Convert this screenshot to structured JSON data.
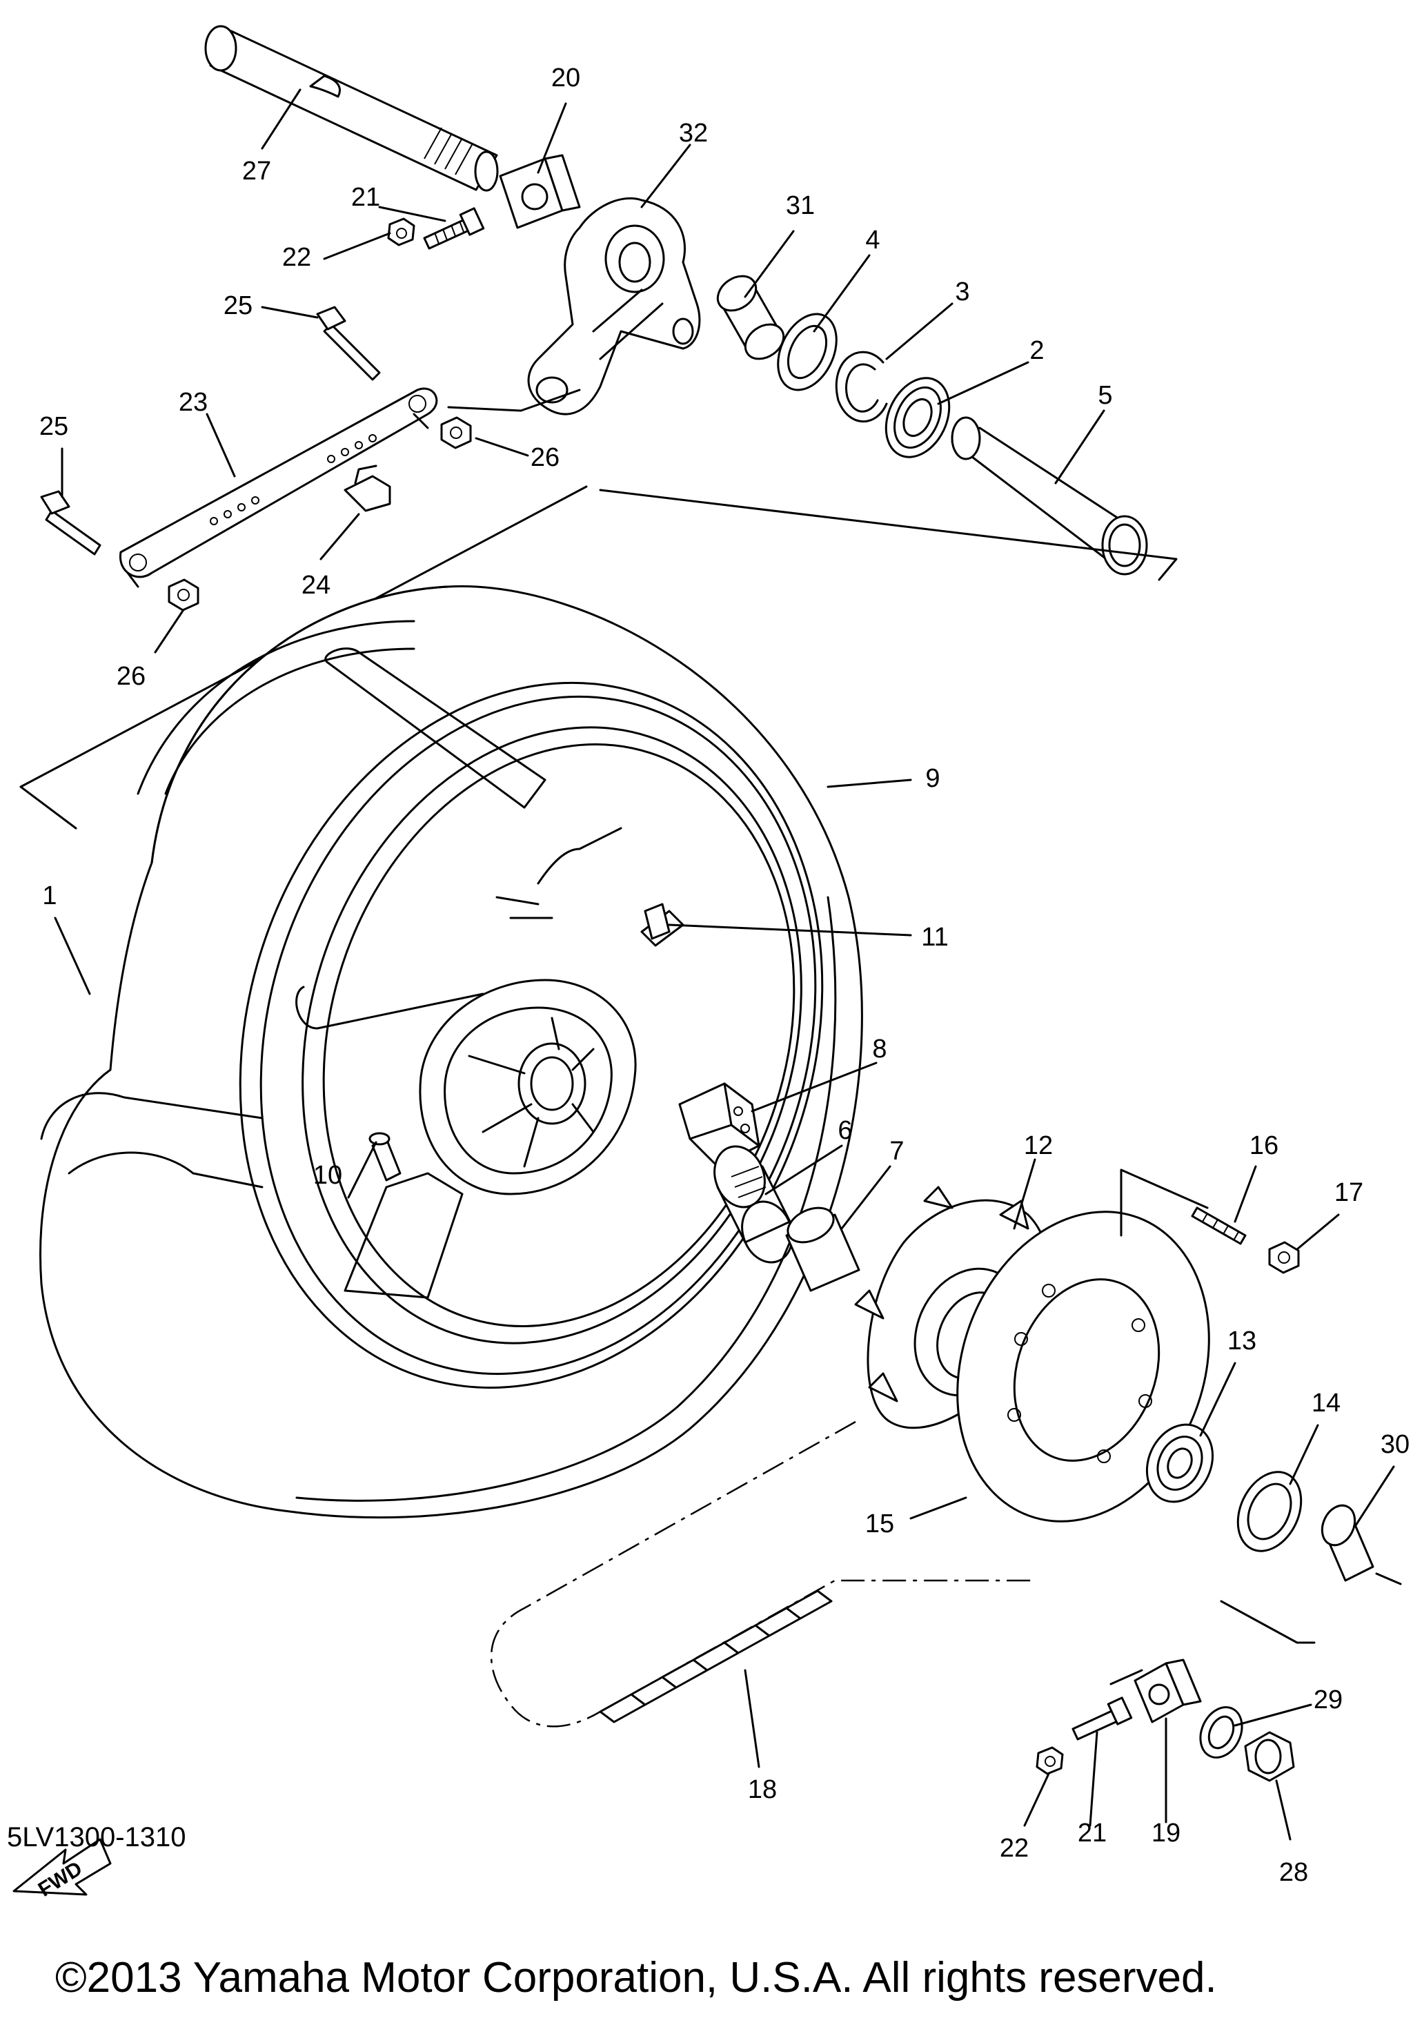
{
  "diagram": {
    "callouts": [
      "1",
      "2",
      "3",
      "4",
      "5",
      "6",
      "7",
      "8",
      "9",
      "10",
      "11",
      "12",
      "13",
      "14",
      "15",
      "16",
      "17",
      "18",
      "19",
      "20",
      "21",
      "22",
      "23",
      "24",
      "25",
      "26",
      "27",
      "28",
      "29",
      "30",
      "31",
      "32"
    ],
    "repeat_callouts": [
      "21",
      "22",
      "25",
      "26"
    ]
  },
  "fwd_label": "FWD",
  "part_code": "5LV1300-1310",
  "copyright": "©2013 Yamaha Motor Corporation, U.S.A. All rights reserved."
}
